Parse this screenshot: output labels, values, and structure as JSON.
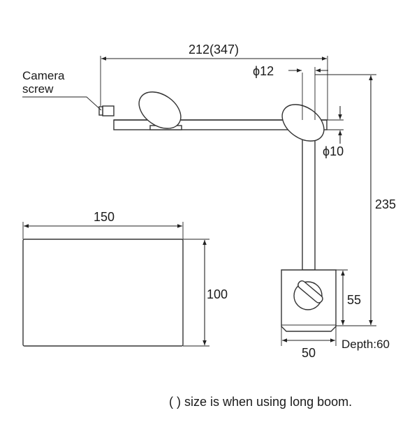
{
  "labels": {
    "camera_screw_line1": "Camera",
    "camera_screw_line2": "screw",
    "dim_boom_length": "212(347)",
    "dim_rod_diameter": "ϕ12",
    "dim_boom_diameter": "ϕ10",
    "dim_height": "235",
    "dim_plate_width": "150",
    "dim_plate_height": "100",
    "dim_base_height": "55",
    "dim_base_width": "50",
    "base_depth": "Depth:60",
    "footnote": "( ) size is when using long boom."
  },
  "colors": {
    "line": "#333333",
    "text": "#1a1a1a",
    "background": "#ffffff"
  }
}
